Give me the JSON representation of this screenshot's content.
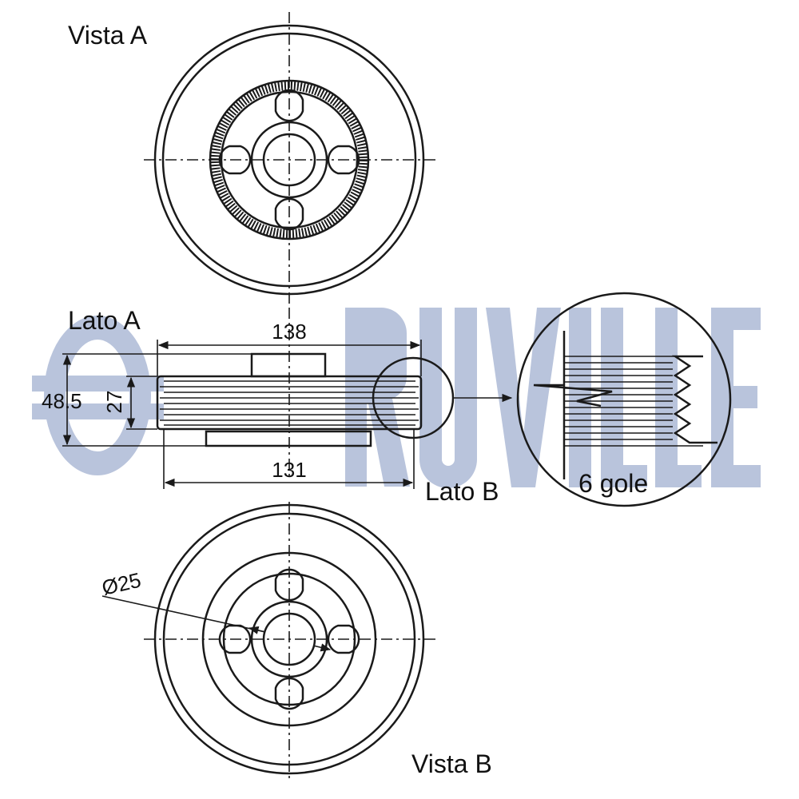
{
  "views": {
    "view_a_label": "Vista A",
    "view_b_label": "Vista B",
    "side_a_label": "Lato A",
    "side_b_label": "Lato B"
  },
  "dimensions": {
    "outer_width": "138",
    "inner_width": "131",
    "overall_height": "48.5",
    "groove_height": "27",
    "bore_diameter": "Ø25"
  },
  "detail": {
    "grooves_label": "6 gole"
  },
  "watermark": {
    "brand_text": "RUVILLE",
    "color": "#b9c4dc"
  }
}
